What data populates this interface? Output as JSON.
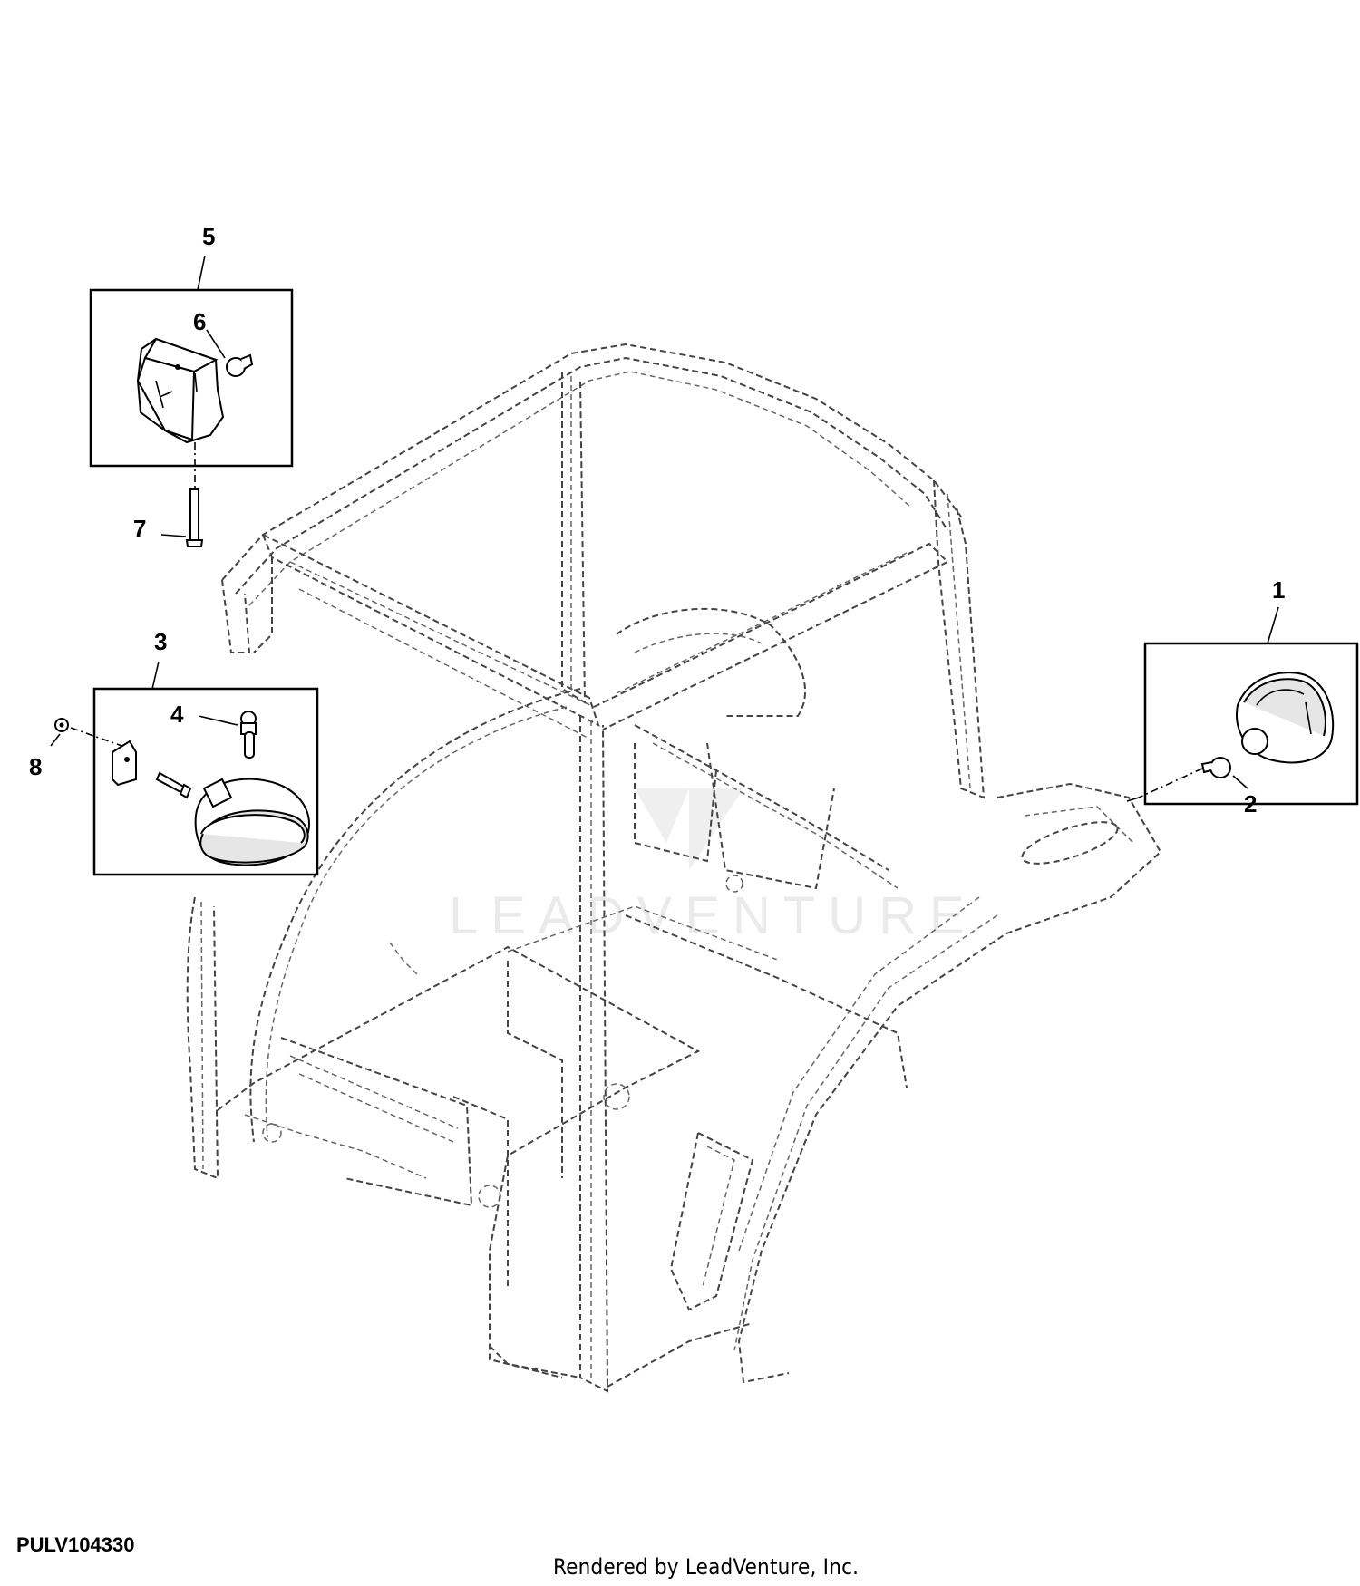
{
  "diagram": {
    "callouts": [
      {
        "id": "1",
        "label": "1"
      },
      {
        "id": "2",
        "label": "2"
      },
      {
        "id": "3",
        "label": "3"
      },
      {
        "id": "4",
        "label": "4"
      },
      {
        "id": "5",
        "label": "5"
      },
      {
        "id": "6",
        "label": "6"
      },
      {
        "id": "7",
        "label": "7"
      },
      {
        "id": "8",
        "label": "8"
      }
    ],
    "watermark": "LEADVENTURE"
  },
  "footer": {
    "doc_id": "PULV104330",
    "credit": "Rendered by LeadVenture, Inc."
  }
}
